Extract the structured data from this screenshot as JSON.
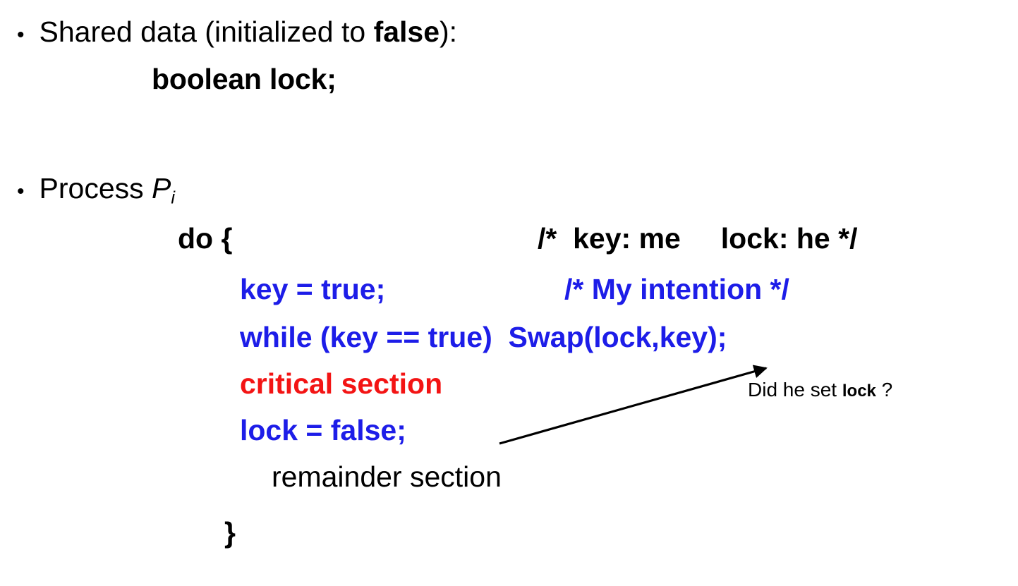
{
  "slide": {
    "background_color": "#ffffff",
    "text_color": "#000000",
    "accent_blue": "#1d1de8",
    "accent_red": "#f31414",
    "bullets": [
      {
        "marker": "•",
        "text_plain": "Shared data (initialized to ",
        "text_bold": "false",
        "text_tail": "):",
        "sub_line": "boolean lock;"
      },
      {
        "marker": "•",
        "text_plain": "Process ",
        "var_name": "P",
        "var_subscript": "i"
      }
    ],
    "code_lines": [
      {
        "id": "do-open",
        "text": "do {",
        "comment": "/*  key: me     lock: he */"
      },
      {
        "id": "key-assign",
        "text": "key = true;",
        "comment": "/* My intention */"
      },
      {
        "id": "while-swap",
        "text": "while (key == true)  Swap(lock,key);"
      },
      {
        "id": "critical-section",
        "text": "critical section"
      },
      {
        "id": "lock-release",
        "text": "lock = false;"
      },
      {
        "id": "remainder-section",
        "text": "remainder section"
      },
      {
        "id": "do-close",
        "text": "}"
      }
    ],
    "annotation": {
      "prefix": "Did he set ",
      "keyword": "lock",
      "suffix": " ?"
    }
  }
}
